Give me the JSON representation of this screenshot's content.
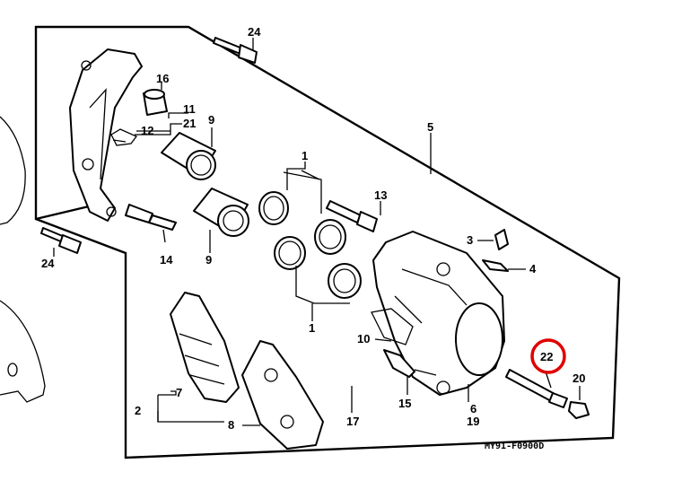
{
  "diagram_code": "MY91-F0900D",
  "highlight_color": "#e00000",
  "highlighted_part": "22",
  "parts": {
    "p1": "1",
    "p2": "2",
    "p3": "3",
    "p4": "4",
    "p5": "5",
    "p6": "6",
    "p7": "7",
    "p8": "8",
    "p9": "9",
    "p10": "10",
    "p11": "11",
    "p12": "12",
    "p13": "13",
    "p14": "14",
    "p15": "15",
    "p16": "16",
    "p17": "17",
    "p19": "19",
    "p20": "20",
    "p21": "21",
    "p22": "22",
    "p24": "24"
  }
}
